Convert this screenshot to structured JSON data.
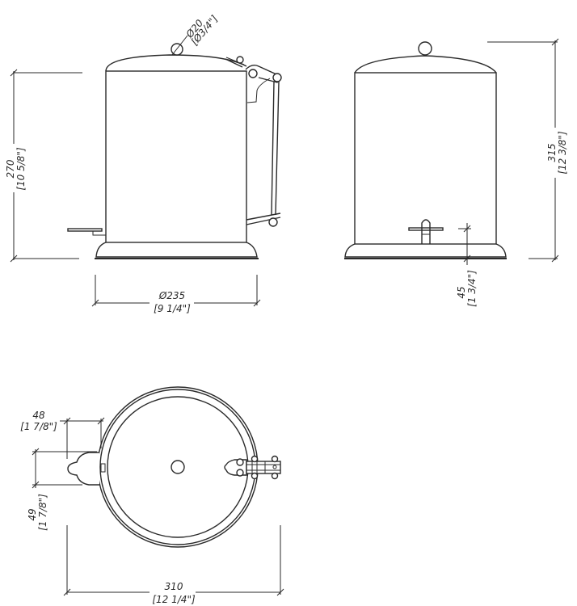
{
  "drawing": {
    "views": [
      "side-view-with-pedal",
      "front-view",
      "top-view"
    ],
    "line_color": "#2a2a2a",
    "background": "#ffffff"
  },
  "dimensions": {
    "knob_diameter": {
      "mm": "Ø20",
      "inch": "[Ø3/4\"]"
    },
    "body_height": {
      "mm": "270",
      "inch": "[10 5/8\"]"
    },
    "base_diameter": {
      "mm": "Ø235",
      "inch": "[9 1/4\"]"
    },
    "total_height": {
      "mm": "315",
      "inch": "[12 3/8\"]"
    },
    "pedal_height": {
      "mm": "45",
      "inch": "[1 3/4\"]"
    },
    "pedal_depth": {
      "mm": "48",
      "inch": "[1 7/8\"]"
    },
    "pedal_width": {
      "mm": "49",
      "inch": "[1 7/8\"]"
    },
    "total_depth": {
      "mm": "310",
      "inch": "[12 1/4\"]"
    }
  }
}
